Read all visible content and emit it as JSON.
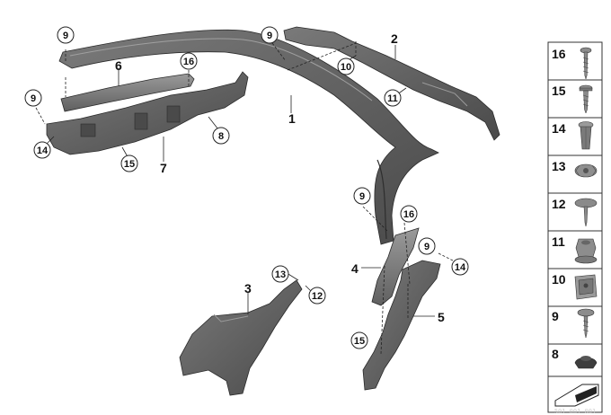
{
  "part_labels": [
    "1",
    "2",
    "3",
    "4",
    "5",
    "6",
    "7"
  ],
  "callouts": [
    "9",
    "9",
    "9",
    "9",
    "9",
    "10",
    "11",
    "12",
    "13",
    "14",
    "14",
    "15",
    "15",
    "16",
    "16",
    "8"
  ],
  "legend": [
    "16",
    "15",
    "14",
    "13",
    "12",
    "11",
    "10",
    "9",
    "8"
  ],
  "diagram_code": "501 001 001",
  "colors": {
    "part_fill": "#5f5f5f",
    "part_light": "#8a8a8a",
    "part_dark": "#3b3b3b",
    "outline": "#222222"
  }
}
